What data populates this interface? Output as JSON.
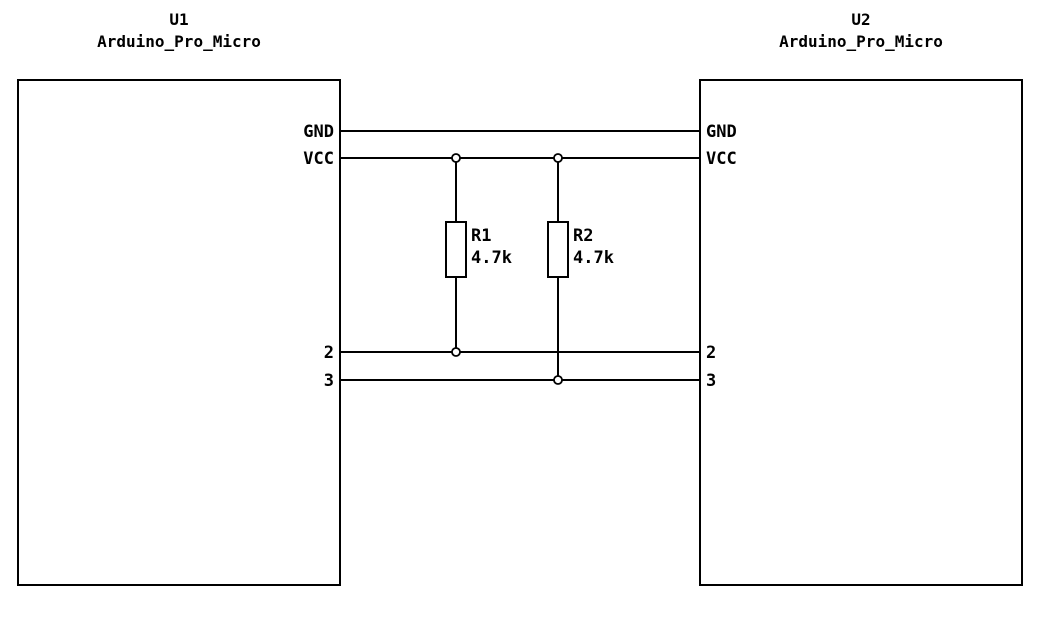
{
  "diagram": {
    "background_color": "#ffffff",
    "stroke_color": "#000000",
    "components": [
      {
        "ref": "U1",
        "value": "Arduino_Pro_Micro",
        "pins": [
          "GND",
          "VCC",
          "2",
          "3"
        ]
      },
      {
        "ref": "U2",
        "value": "Arduino_Pro_Micro",
        "pins": [
          "GND",
          "VCC",
          "2",
          "3"
        ]
      }
    ],
    "resistors": [
      {
        "ref": "R1",
        "value": "4.7k"
      },
      {
        "ref": "R2",
        "value": "4.7k"
      }
    ]
  }
}
